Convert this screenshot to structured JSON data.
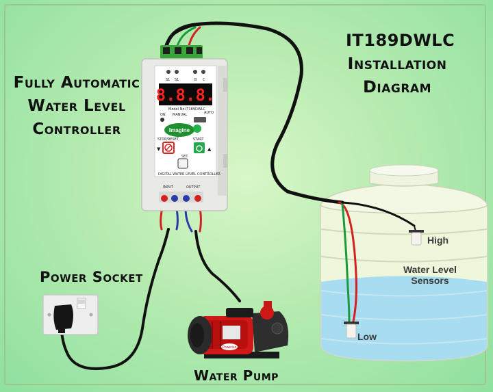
{
  "diagram_title": [
    "IT189DWLC",
    "Installation",
    "Diagram"
  ],
  "controller_title": [
    "Fully Automatic",
    "Water Level",
    "Controller"
  ],
  "power_socket_label": "Power Socket",
  "water_pump_label": "Water Pump",
  "sensor_high_label": "High",
  "sensor_low_label": "Low",
  "sensors_label": [
    "Water Level",
    "Sensors"
  ],
  "controller": {
    "display": "8.8.8.",
    "terminal_labels": [
      "S1",
      "S1",
      "B",
      "C"
    ],
    "model_text": "Model No.IT189DWLC",
    "on_label": "ON",
    "manual_label": "MANUAL",
    "auto_label": "AUTO",
    "brand": "Imagine",
    "stop_label": "STOP/RESET",
    "start_label": "START",
    "set_label": "SET",
    "footer": "DIGITAL WATER LEVEL CONTROLLER",
    "input_label": "INPUT",
    "output_label": "OUTPUT"
  },
  "pump_brand": "Powerise",
  "colors": {
    "wire_black": "#111111",
    "wire_red": "#d42020",
    "wire_green": "#1a9a3a",
    "wire_blue": "#2a3aa8",
    "water": "#a8dcf0",
    "tank": "#eef6dc",
    "pump_red": "#d01818"
  }
}
